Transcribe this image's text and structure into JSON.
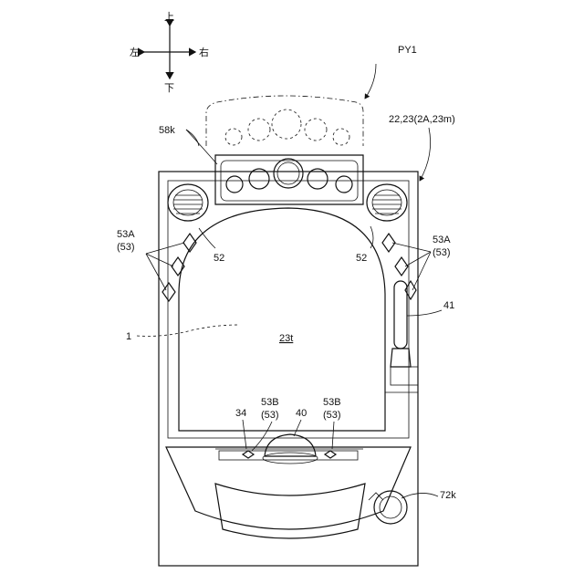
{
  "directions": {
    "up": "上",
    "down": "下",
    "left": "左",
    "right": "右"
  },
  "labels": {
    "machine": "PY1",
    "display_ref": "22,23(2A,23m)",
    "upper_unit": "58k",
    "lamp_left_a": "53A",
    "lamp_left_b": "(53)",
    "lamp_right_a": "53A",
    "lamp_right_b": "(53)",
    "frame_left": "52",
    "frame_right": "52",
    "lever": "41",
    "screen": "1",
    "display_surface": "23t",
    "item_34": "34",
    "lamp_bottom_left_a": "53B",
    "lamp_bottom_left_b": "(53)",
    "button": "40",
    "lamp_bottom_right_a": "53B",
    "lamp_bottom_right_b": "(53)",
    "handle": "72k"
  }
}
